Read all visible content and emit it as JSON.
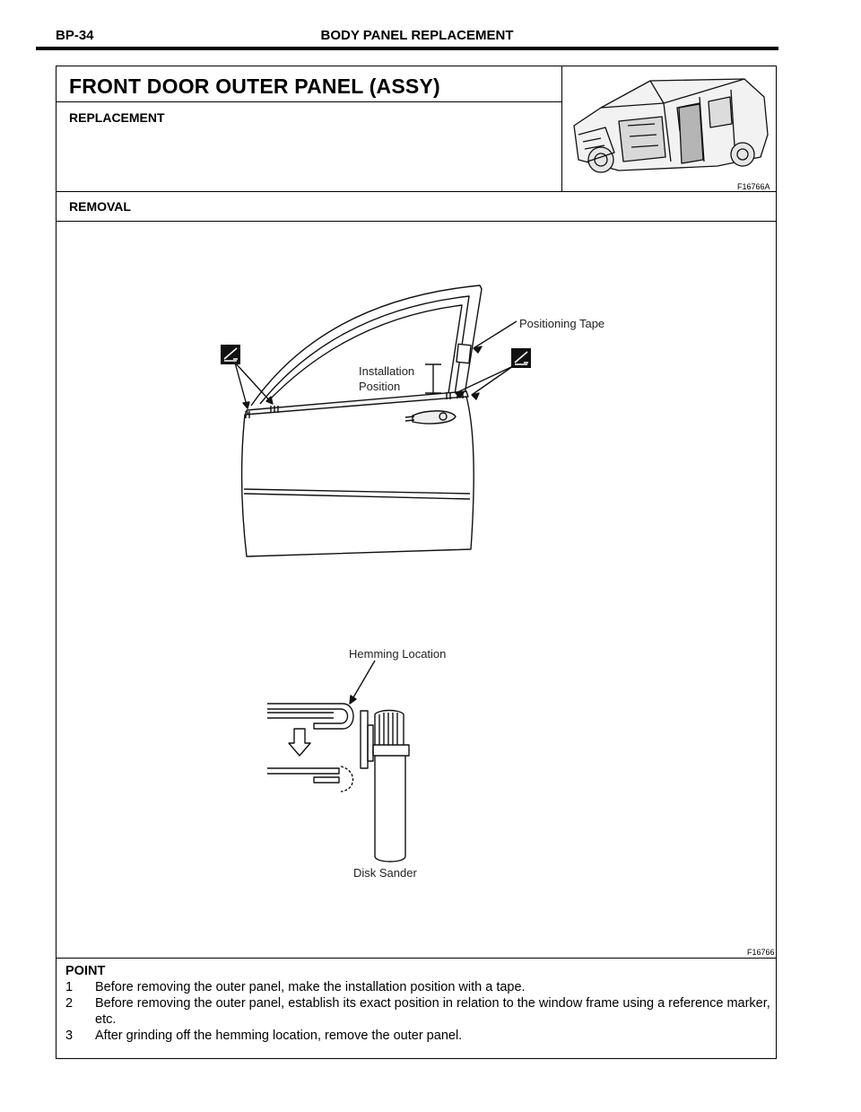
{
  "header": {
    "page_number": "BP-34",
    "section": "BODY PANEL REPLACEMENT"
  },
  "title": "FRONT DOOR OUTER PANEL (ASSY)",
  "subtitle": "REPLACEMENT",
  "vehicle_figure_code": "F16766A",
  "removal_heading": "REMOVAL",
  "figure": {
    "code": "F16766",
    "labels": {
      "positioning_tape": "Positioning Tape",
      "installation_line1": "Installation",
      "installation_line2": "Position",
      "hemming_location": "Hemming Location",
      "disk_sander": "Disk Sander"
    }
  },
  "point": {
    "heading": "POINT",
    "items": [
      {
        "num": "1",
        "text": "Before removing the outer panel, make the installation position with a tape."
      },
      {
        "num": "2",
        "text": "Before removing the outer panel, establish its exact position in relation to the window frame using a reference marker, etc."
      },
      {
        "num": "3",
        "text": "After grinding off the hemming location, remove the outer panel."
      }
    ]
  },
  "icons": [
    "grinder-icon",
    "grinder-icon"
  ]
}
